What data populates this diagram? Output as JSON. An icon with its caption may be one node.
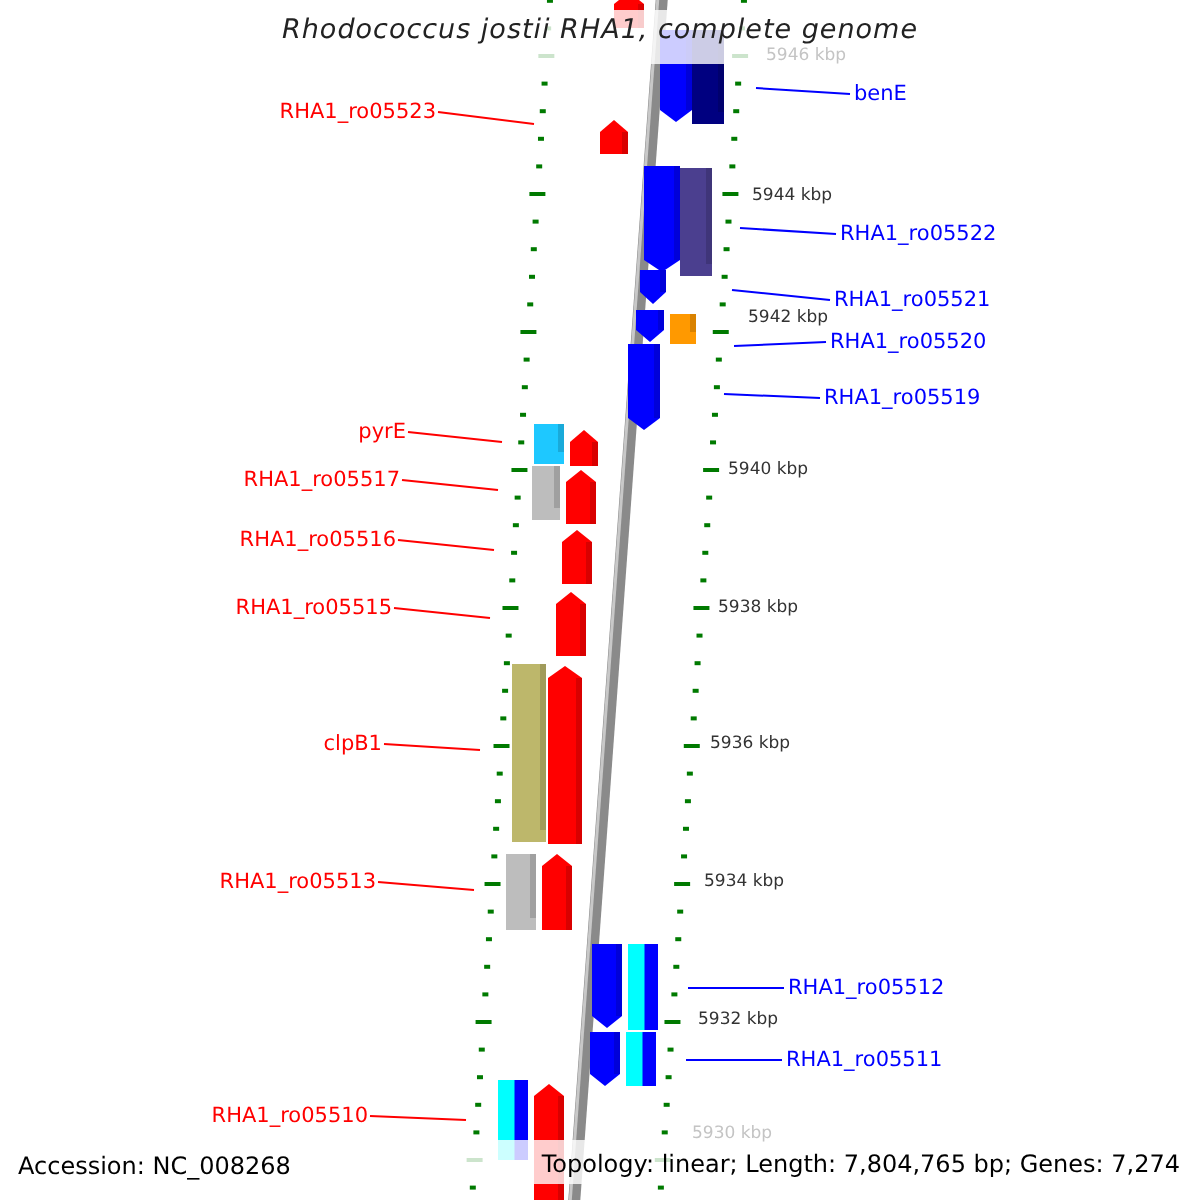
{
  "diagram": {
    "title": "Rhodococcus jostii RHA1, complete genome",
    "nodes": [
      {
        "text": [
          "benE"
        ]
      },
      {
        "text": [
          "RHA1_ro05523"
        ]
      },
      {
        "text": [
          "RHA1_ro05522"
        ]
      },
      {
        "text": [
          "RHA1_ro05521"
        ]
      },
      {
        "text": [
          "RHA1_ro05520"
        ]
      },
      {
        "text": [
          "RHA1_ro05519"
        ]
      },
      {
        "text": [
          "pyrE"
        ]
      },
      {
        "text": [
          "RHA1_ro05517"
        ]
      },
      {
        "text": [
          "RHA1_ro05516"
        ]
      },
      {
        "text": [
          "RHA1_ro05515"
        ]
      },
      {
        "text": [
          "clpB1"
        ]
      },
      {
        "text": [
          "RHA1_ro05513"
        ]
      },
      {
        "text": [
          "RHA1_ro05512"
        ]
      },
      {
        "text": [
          "RHA1_ro05511"
        ]
      },
      {
        "text": [
          "RHA1_ro05510"
        ]
      }
    ],
    "edges": [
      {
        "from": 0,
        "to": null,
        "arrow": "none",
        "color": "#0000ff"
      },
      {
        "from": 1,
        "to": null,
        "arrow": "none"
      },
      {
        "from": 2,
        "to": null,
        "arrow": "none",
        "color": "#0000ff"
      },
      {
        "from": 3,
        "to": null,
        "arrow": "none",
        "color": "#0000ff"
      },
      {
        "from": 4,
        "to": null,
        "arrow": "none",
        "color": "#0000ff"
      },
      {
        "from": 5,
        "to": null,
        "arrow": "none",
        "color": "#0000ff"
      },
      {
        "from": 6,
        "to": null,
        "arrow": "none"
      },
      {
        "from": 7,
        "to": null,
        "arrow": "none"
      },
      {
        "from": 8,
        "to": null,
        "arrow": "none"
      },
      {
        "from": 9,
        "to": null,
        "arrow": "none"
      },
      {
        "from": 10,
        "to": null,
        "arrow": "none"
      },
      {
        "from": 11,
        "to": null,
        "arrow": "none"
      },
      {
        "from": 12,
        "to": null,
        "arrow": "none",
        "color": "#0000ff"
      },
      {
        "from": 13,
        "to": null,
        "arrow": "none",
        "color": "#0000ff"
      },
      {
        "from": 14,
        "to": null,
        "arrow": "none"
      }
    ],
    "labels": [
      "5946 kbp",
      "5944 kbp",
      "5942 kbp",
      "5940 kbp",
      "5938 kbp",
      "5936 kbp",
      "5934 kbp",
      "5932 kbp",
      "5930 kbp",
      "Accession: NC_008268",
      "Topology: linear; Length: 7,804,765 bp; Genes: 7,274"
    ]
  }
}
